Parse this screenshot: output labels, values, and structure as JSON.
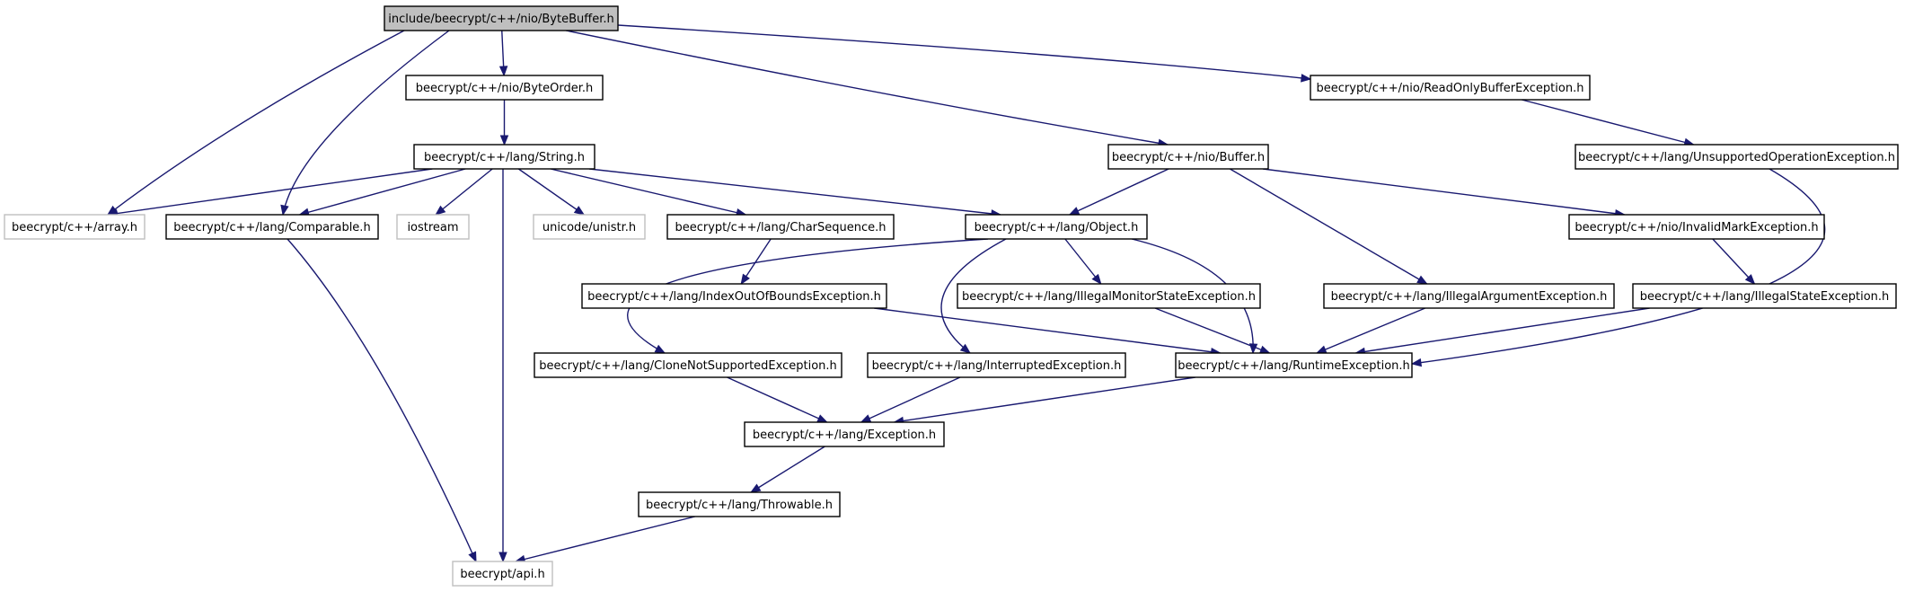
{
  "graph": {
    "nodes": [
      {
        "id": "root",
        "label": "include/beecrypt/c++/nio/ByteBuffer.h",
        "kind": "root"
      },
      {
        "id": "byteorder",
        "label": "beecrypt/c++/nio/ByteOrder.h",
        "kind": "documented"
      },
      {
        "id": "readonly",
        "label": "beecrypt/c++/nio/ReadOnlyBufferException.h",
        "kind": "documented"
      },
      {
        "id": "string",
        "label": "beecrypt/c++/lang/String.h",
        "kind": "documented"
      },
      {
        "id": "buffer",
        "label": "beecrypt/c++/nio/Buffer.h",
        "kind": "documented"
      },
      {
        "id": "unsupported",
        "label": "beecrypt/c++/lang/UnsupportedOperationException.h",
        "kind": "documented"
      },
      {
        "id": "array",
        "label": "beecrypt/c++/array.h",
        "kind": "external"
      },
      {
        "id": "comparable",
        "label": "beecrypt/c++/lang/Comparable.h",
        "kind": "documented"
      },
      {
        "id": "iostream",
        "label": "iostream",
        "kind": "external"
      },
      {
        "id": "unistr",
        "label": "unicode/unistr.h",
        "kind": "external"
      },
      {
        "id": "charseq",
        "label": "beecrypt/c++/lang/CharSequence.h",
        "kind": "documented"
      },
      {
        "id": "object",
        "label": "beecrypt/c++/lang/Object.h",
        "kind": "documented"
      },
      {
        "id": "invalidmark",
        "label": "beecrypt/c++/nio/InvalidMarkException.h",
        "kind": "documented"
      },
      {
        "id": "indexoob",
        "label": "beecrypt/c++/lang/IndexOutOfBoundsException.h",
        "kind": "documented"
      },
      {
        "id": "illegalmonitor",
        "label": "beecrypt/c++/lang/IllegalMonitorStateException.h",
        "kind": "documented"
      },
      {
        "id": "illegalarg",
        "label": "beecrypt/c++/lang/IllegalArgumentException.h",
        "kind": "documented"
      },
      {
        "id": "illegalstate",
        "label": "beecrypt/c++/lang/IllegalStateException.h",
        "kind": "documented"
      },
      {
        "id": "clonenot",
        "label": "beecrypt/c++/lang/CloneNotSupportedException.h",
        "kind": "documented"
      },
      {
        "id": "interrupted",
        "label": "beecrypt/c++/lang/InterruptedException.h",
        "kind": "documented"
      },
      {
        "id": "runtime",
        "label": "beecrypt/c++/lang/RuntimeException.h",
        "kind": "documented"
      },
      {
        "id": "exception",
        "label": "beecrypt/c++/lang/Exception.h",
        "kind": "documented"
      },
      {
        "id": "throwable",
        "label": "beecrypt/c++/lang/Throwable.h",
        "kind": "documented"
      },
      {
        "id": "api",
        "label": "beecrypt/api.h",
        "kind": "external"
      }
    ],
    "edges": [
      {
        "from": "root",
        "to": "array"
      },
      {
        "from": "root",
        "to": "comparable"
      },
      {
        "from": "root",
        "to": "byteorder"
      },
      {
        "from": "root",
        "to": "buffer"
      },
      {
        "from": "root",
        "to": "readonly"
      },
      {
        "from": "byteorder",
        "to": "string"
      },
      {
        "from": "readonly",
        "to": "unsupported"
      },
      {
        "from": "string",
        "to": "array"
      },
      {
        "from": "string",
        "to": "comparable"
      },
      {
        "from": "string",
        "to": "iostream"
      },
      {
        "from": "string",
        "to": "unistr"
      },
      {
        "from": "string",
        "to": "charseq"
      },
      {
        "from": "string",
        "to": "object"
      },
      {
        "from": "string",
        "to": "api"
      },
      {
        "from": "buffer",
        "to": "object"
      },
      {
        "from": "buffer",
        "to": "illegalarg"
      },
      {
        "from": "buffer",
        "to": "invalidmark"
      },
      {
        "from": "unsupported",
        "to": "runtime"
      },
      {
        "from": "comparable",
        "to": "api"
      },
      {
        "from": "charseq",
        "to": "indexoob"
      },
      {
        "from": "object",
        "to": "clonenot"
      },
      {
        "from": "object",
        "to": "interrupted"
      },
      {
        "from": "object",
        "to": "illegalmonitor"
      },
      {
        "from": "object",
        "to": "runtime"
      },
      {
        "from": "invalidmark",
        "to": "illegalstate"
      },
      {
        "from": "indexoob",
        "to": "runtime"
      },
      {
        "from": "illegalmonitor",
        "to": "runtime"
      },
      {
        "from": "illegalarg",
        "to": "runtime"
      },
      {
        "from": "illegalstate",
        "to": "runtime"
      },
      {
        "from": "clonenot",
        "to": "exception"
      },
      {
        "from": "interrupted",
        "to": "exception"
      },
      {
        "from": "runtime",
        "to": "exception"
      },
      {
        "from": "exception",
        "to": "throwable"
      },
      {
        "from": "throwable",
        "to": "api"
      }
    ]
  },
  "colors": {
    "edge": "#191970",
    "root_fill": "#bfbfbf",
    "external_border": "#bfbfbf",
    "documented_border": "#000000"
  }
}
